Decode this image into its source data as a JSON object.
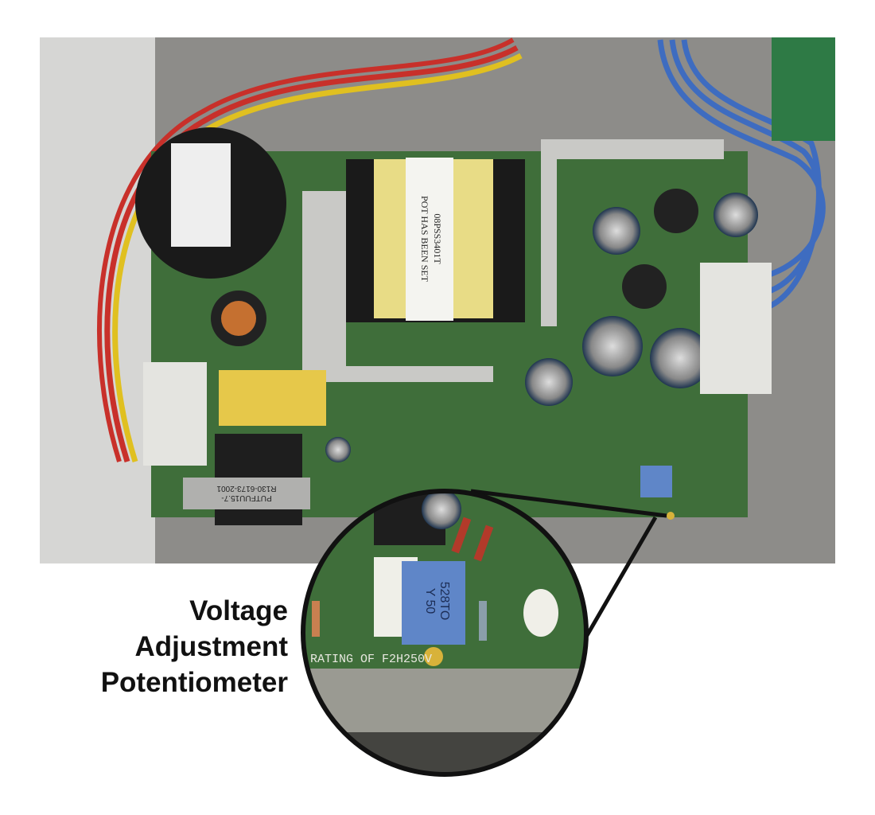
{
  "callout": {
    "lines": [
      "Voltage",
      "Adjustment",
      "Potentiometer"
    ]
  },
  "photo_labels": {
    "transformer_sticker": [
      "08PSS3401T",
      "POT HAS BEEN SET"
    ],
    "inductor_marking": [
      "PUTFUU15.7-",
      "R130-6173-2001"
    ],
    "pot_marking": [
      "528TO",
      "Y 50"
    ],
    "board_rating": "RATING OF F2H250V"
  },
  "colors": {
    "board": "#3f6e3a",
    "enclosure": "#8c8b88",
    "callout_line": "#111111"
  }
}
